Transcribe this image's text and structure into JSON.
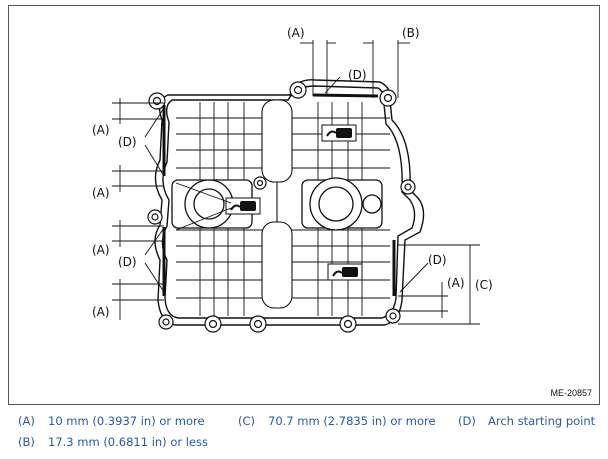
{
  "figure": {
    "id": "ME-20857",
    "callouts": {
      "a": "(A)",
      "b": "(B)",
      "c": "(C)",
      "d": "(D)"
    }
  },
  "legend": [
    {
      "key": "(A)",
      "text": "10 mm (0.3937 in) or more"
    },
    {
      "key": "(C)",
      "text": "70.7 mm (2.7835 in) or more"
    },
    {
      "key": "(D)",
      "text": "Arch starting point"
    },
    {
      "key": "(B)",
      "text": "17.3 mm (0.6811 in) or less"
    }
  ]
}
